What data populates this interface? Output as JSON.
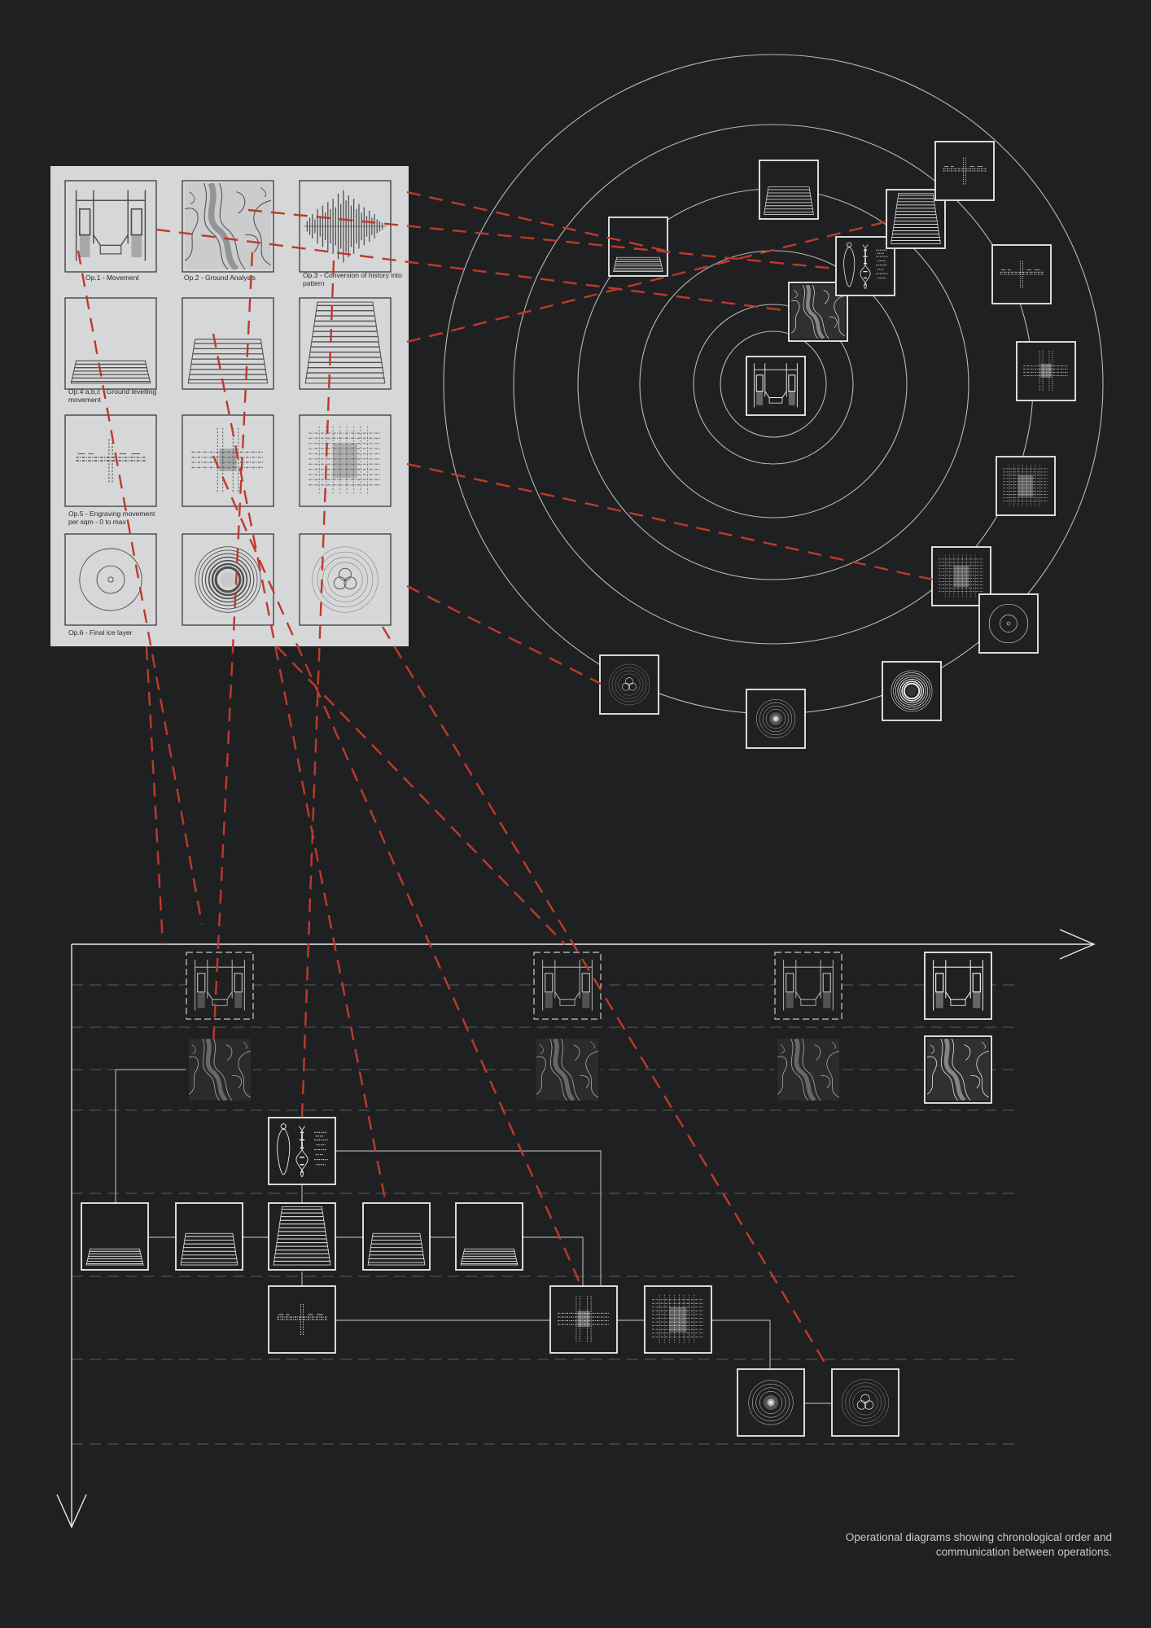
{
  "panel_labels": {
    "op1": "Op.1 - Movement",
    "op2": "Op.2 - Ground Analysis",
    "op3": [
      "Op.3 - Conversion of history into",
      "pattern"
    ],
    "op4": [
      "Op.4 a,b,c - Ground levelling",
      "movement"
    ],
    "op5": [
      "Op.5 - Engraving movement",
      "per sqm - 0 to max"
    ],
    "op6": "Op.6 - Final ice layer"
  },
  "caption": {
    "line1": "Operational diagrams showing chronological order and",
    "line2": "communication between operations."
  },
  "colors": {
    "background": "#1f2022",
    "panel": "#d6d7d9",
    "line": "#e9e9e9",
    "connector": "#c0392b",
    "guide": "#5c5c5c"
  }
}
